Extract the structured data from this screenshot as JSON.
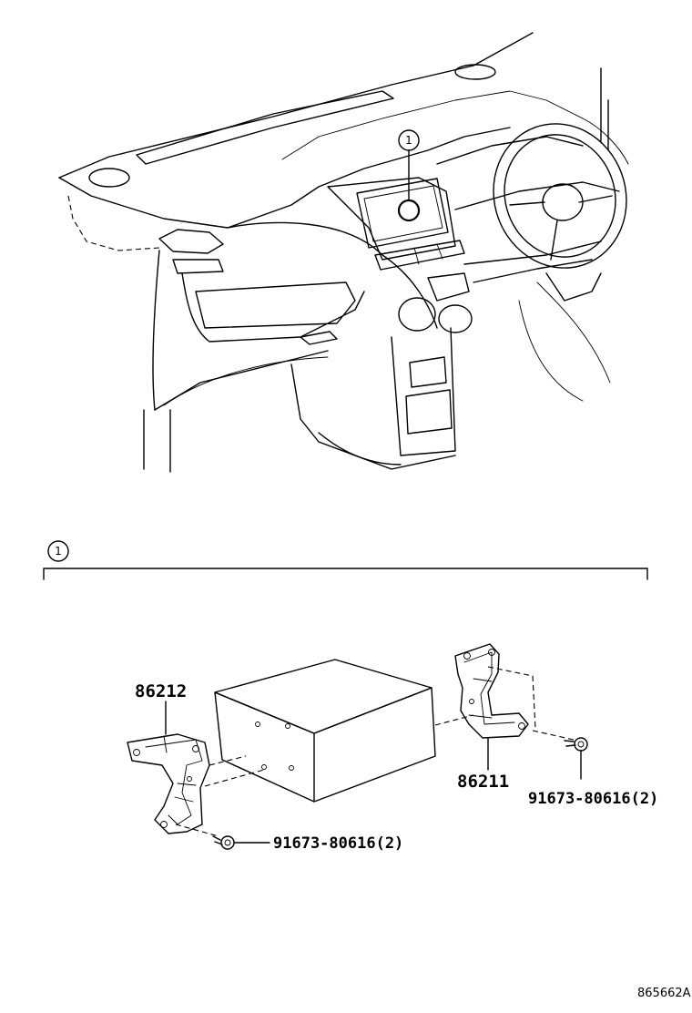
{
  "callouts": {
    "top_marker": "1",
    "section_marker": "1"
  },
  "parts": {
    "bracket_left": "86212",
    "bracket_right": "86211",
    "bolt_left": "91673-80616(2)",
    "bolt_right": "91673-80616(2)"
  },
  "document_id": "865662A"
}
